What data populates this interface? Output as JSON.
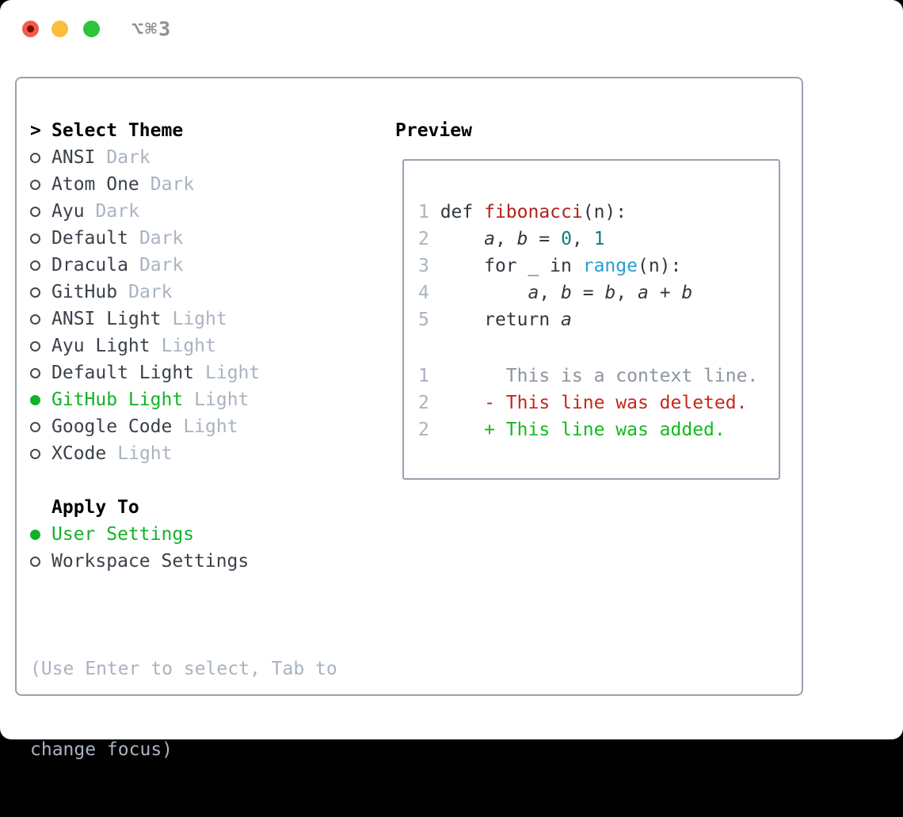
{
  "titlebar": {
    "shortcut": "⌥⌘3"
  },
  "icons": {
    "radio_unselected": "○",
    "radio_selected": "●",
    "prompt_marker": ">"
  },
  "theme_panel": {
    "header": {
      "marker": ">",
      "label": "Select Theme"
    },
    "items": [
      {
        "name": "ANSI",
        "variant": "Dark",
        "selected": false
      },
      {
        "name": "Atom One",
        "variant": "Dark",
        "selected": false
      },
      {
        "name": "Ayu",
        "variant": "Dark",
        "selected": false
      },
      {
        "name": "Default",
        "variant": "Dark",
        "selected": false
      },
      {
        "name": "Dracula",
        "variant": "Dark",
        "selected": false
      },
      {
        "name": "GitHub",
        "variant": "Dark",
        "selected": false
      },
      {
        "name": "ANSI Light",
        "variant": "Light",
        "selected": false
      },
      {
        "name": "Ayu Light",
        "variant": "Light",
        "selected": false
      },
      {
        "name": "Default Light",
        "variant": "Light",
        "selected": false
      },
      {
        "name": "GitHub Light",
        "variant": "Light",
        "selected": true
      },
      {
        "name": "Google Code",
        "variant": "Light",
        "selected": false
      },
      {
        "name": "XCode",
        "variant": "Light",
        "selected": false
      }
    ],
    "apply_to": {
      "label": "Apply To",
      "options": [
        {
          "name": "User Settings",
          "selected": true
        },
        {
          "name": "Workspace Settings",
          "selected": false
        }
      ]
    },
    "hint_lines": [
      "(Use Enter to select, Tab to",
      "change focus)"
    ]
  },
  "preview": {
    "title": "Preview",
    "code_lines": [
      {
        "num": "1",
        "segments": [
          {
            "t": "def ",
            "c": "plain"
          },
          {
            "t": "fibonacci",
            "c": "func"
          },
          {
            "t": "(n):",
            "c": "plain"
          }
        ]
      },
      {
        "num": "2",
        "segments": [
          {
            "t": "    ",
            "c": "plain"
          },
          {
            "t": "a",
            "c": "var"
          },
          {
            "t": ", ",
            "c": "plain"
          },
          {
            "t": "b",
            "c": "var"
          },
          {
            "t": " = ",
            "c": "plain"
          },
          {
            "t": "0",
            "c": "num"
          },
          {
            "t": ", ",
            "c": "plain"
          },
          {
            "t": "1",
            "c": "num"
          }
        ]
      },
      {
        "num": "3",
        "segments": [
          {
            "t": "    for _ in ",
            "c": "plain"
          },
          {
            "t": "range",
            "c": "builtin"
          },
          {
            "t": "(n):",
            "c": "plain"
          }
        ]
      },
      {
        "num": "4",
        "segments": [
          {
            "t": "        ",
            "c": "plain"
          },
          {
            "t": "a",
            "c": "var"
          },
          {
            "t": ", ",
            "c": "plain"
          },
          {
            "t": "b",
            "c": "var"
          },
          {
            "t": " = ",
            "c": "plain"
          },
          {
            "t": "b",
            "c": "var"
          },
          {
            "t": ", ",
            "c": "plain"
          },
          {
            "t": "a",
            "c": "var"
          },
          {
            "t": " + ",
            "c": "plain"
          },
          {
            "t": "b",
            "c": "var"
          }
        ]
      },
      {
        "num": "5",
        "segments": [
          {
            "t": "    return ",
            "c": "plain"
          },
          {
            "t": "a",
            "c": "var"
          }
        ]
      }
    ],
    "diff_lines": [
      {
        "num": "1",
        "segments": [
          {
            "t": "      This is a context line.",
            "c": "context"
          }
        ]
      },
      {
        "num": "2",
        "segments": [
          {
            "t": "    ",
            "c": "plain"
          },
          {
            "t": "- This line was deleted.",
            "c": "deleted"
          }
        ]
      },
      {
        "num": "2",
        "segments": [
          {
            "t": "    ",
            "c": "plain"
          },
          {
            "t": "+ This line was added.",
            "c": "added"
          }
        ]
      }
    ]
  },
  "colors": {
    "accent_green": "#12b227",
    "added_green": "#14b91d",
    "deleted_red": "#c5281b",
    "function_red": "#b0241a",
    "number_teal": "#0d7e80",
    "builtin_blue": "#2a9cd6",
    "code_plain": "#32383f",
    "text_dark": "#3a414a",
    "text_black": "#000000",
    "muted": "#a9b3c0",
    "context_gray": "#8e959d",
    "linenum": "#a9b3c0",
    "border_gray": "#99a2ae",
    "bullet_ring": "#434a54",
    "traffic_red": "#f25a51",
    "traffic_red_dot": "#7b0d05",
    "traffic_yellow": "#fcbd3b",
    "traffic_green": "#2dc33c",
    "title_gray": "#8e9094"
  }
}
